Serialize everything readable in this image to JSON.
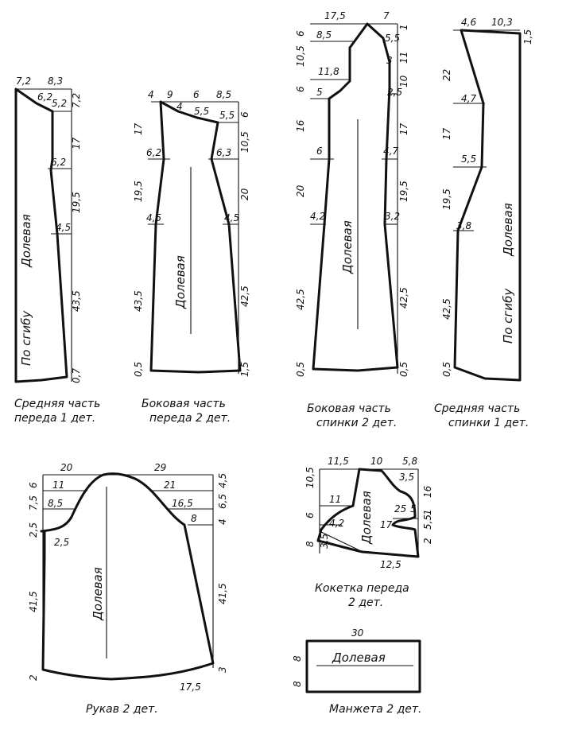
{
  "captions": {
    "front_middle": [
      "Средняя часть",
      "переда 1 дет."
    ],
    "front_side": [
      "Боковая часть",
      "переда 2 дет."
    ],
    "back_side": [
      "Боковая часть",
      "спинки 2 дет."
    ],
    "back_middle": [
      "Средняя часть",
      "спинки 1 дет."
    ],
    "sleeve": "Рукав 2 дет.",
    "yoke": [
      "Кокетка переда",
      "2 дет."
    ],
    "cuff": "Манжета 2 дет."
  },
  "grain_label": "Долевая",
  "fold_label": "По сгибу",
  "front_middle": {
    "top": [
      "7,2",
      "8,3"
    ],
    "inner": [
      "6,2",
      "5,2",
      "6,2",
      "4,5"
    ],
    "right": [
      "7,2",
      "17",
      "19,5",
      "43,5",
      "0,7"
    ]
  },
  "front_side": {
    "top": [
      "4",
      "9",
      "6",
      "8,5"
    ],
    "inner": [
      "4",
      "5,5",
      "5,5",
      "6,2",
      "6,3",
      "4,5",
      "4,5"
    ],
    "left": [
      "17",
      "19,5",
      "43,5",
      "0,5"
    ],
    "right": [
      "6",
      "10,5",
      "20",
      "42,5",
      "1,5"
    ]
  },
  "back_side": {
    "top": [
      "17,5",
      "7"
    ],
    "inner": [
      "8,5",
      "5,5",
      "11,8",
      "5",
      "2,5",
      "6",
      "4,7",
      "4,2",
      "3,2"
    ],
    "left": [
      "6",
      "10,5",
      "6",
      "16",
      "20",
      "42,5",
      "0,5"
    ],
    "right": [
      "1",
      "3",
      "11",
      "10",
      "17",
      "19,5",
      "42,5",
      "0,5"
    ]
  },
  "back_middle": {
    "top": [
      "4,6",
      "10,3"
    ],
    "inner": [
      "4,7",
      "5,5",
      "3,8"
    ],
    "left": [
      "22",
      "17",
      "19,5",
      "42,5",
      "0,5"
    ],
    "right": [
      "1,5"
    ]
  },
  "sleeve": {
    "top": [
      "20",
      "29"
    ],
    "inner": [
      "11",
      "21",
      "8,5",
      "16,5",
      "8",
      "2,5"
    ],
    "left": [
      "6",
      "7,5",
      "2,5",
      "41,5",
      "2"
    ],
    "right": [
      "4,5",
      "6,5",
      "4",
      "41,5",
      "3"
    ],
    "bottom": [
      "17,5"
    ]
  },
  "yoke": {
    "top": [
      "11,5",
      "10",
      "5,8"
    ],
    "inner": [
      "11",
      "4,2",
      "3,5",
      "25",
      "5",
      "17",
      "3,5"
    ],
    "left": [
      "10,5",
      "6",
      "8"
    ],
    "right": [
      "16",
      "2",
      "5,5",
      "1"
    ],
    "bottom": [
      "12,5"
    ]
  },
  "cuff": {
    "top": [
      "30"
    ],
    "left": [
      "8",
      "8"
    ]
  }
}
